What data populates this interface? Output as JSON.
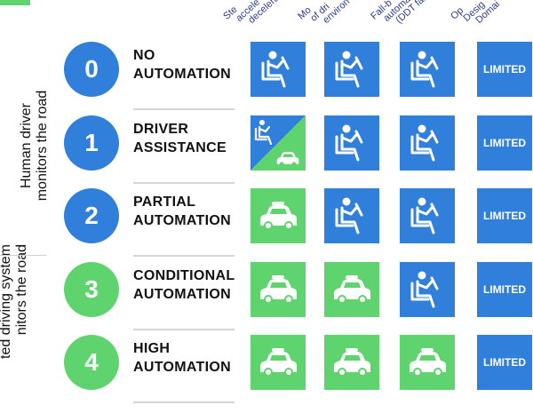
{
  "colors": {
    "human": "#2f7fdb",
    "system": "#5fd36e",
    "text": "#111111",
    "header": "#2d3a8c"
  },
  "headers": [
    {
      "line1": "Ste",
      "line2": "accele",
      "line3": "decelera"
    },
    {
      "line1": "Mo",
      "line2": "of dri",
      "line3": "environ"
    },
    {
      "line1": "Fall-b",
      "line2": "automat",
      "line3": "(DDT fall-ba"
    },
    {
      "line1": "Op",
      "line2": "Desig",
      "line3": "Domai"
    }
  ],
  "groups": {
    "human": {
      "line1": "Human driver",
      "line2": "monitors the road"
    },
    "system": {
      "line1": "ted driving system",
      "line2": "nitors the road"
    }
  },
  "levels": [
    {
      "number": "0",
      "title_line1": "NO",
      "title_line2": "AUTOMATION",
      "monitor": "human",
      "cells": [
        "person-icon",
        "person-icon",
        "person-icon",
        "limited-badge"
      ],
      "limited": "LIMITED"
    },
    {
      "number": "1",
      "title_line1": "DRIVER",
      "title_line2": "ASSISTANCE",
      "monitor": "human",
      "cells": [
        "split-person-car-icon",
        "person-icon",
        "person-icon",
        "limited-badge"
      ],
      "limited": "LIMITED"
    },
    {
      "number": "2",
      "title_line1": "PARTIAL",
      "title_line2": "AUTOMATION",
      "monitor": "human",
      "cells": [
        "car-icon",
        "person-icon",
        "person-icon",
        "limited-badge"
      ],
      "limited": "LIMITED"
    },
    {
      "number": "3",
      "title_line1": "CONDITIONAL",
      "title_line2": "AUTOMATION",
      "monitor": "system",
      "cells": [
        "car-icon",
        "car-icon",
        "person-icon",
        "limited-badge"
      ],
      "limited": "LIMITED"
    },
    {
      "number": "4",
      "title_line1": "HIGH",
      "title_line2": "AUTOMATION",
      "monitor": "system",
      "cells": [
        "car-icon",
        "car-icon",
        "car-icon",
        "limited-badge"
      ],
      "limited": "LIMITED"
    }
  ]
}
